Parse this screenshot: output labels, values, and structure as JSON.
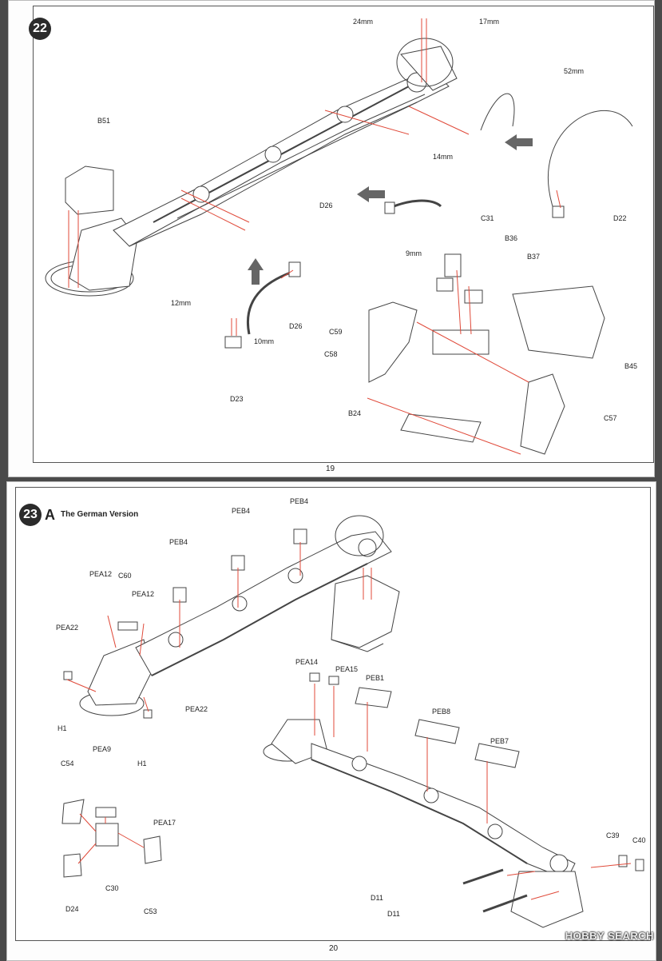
{
  "colors": {
    "accent": "#e04a3a",
    "ink": "#444444"
  },
  "step22": {
    "number": "22",
    "page": "19",
    "labels": {
      "l24mm": "24mm",
      "l17mm": "17mm",
      "l52mm": "52mm",
      "B51": "B51",
      "l14mm": "14mm",
      "D26a": "D26",
      "D22": "D22",
      "C31": "C31",
      "B36": "B36",
      "B37": "B37",
      "l9mm": "9mm",
      "l12mm": "12mm",
      "D26b": "D26",
      "l10mm": "10mm",
      "C59": "C59",
      "C58": "C58",
      "B45": "B45",
      "D23": "D23",
      "B24": "B24",
      "C57": "C57"
    }
  },
  "step23": {
    "number": "23",
    "section_letter": "A",
    "title": "The German Version",
    "page": "20",
    "labels": {
      "PEB4a": "PEB4",
      "PEB4b": "PEB4",
      "PEB4c": "PEB4",
      "PEA12a": "PEA12",
      "C60": "C60",
      "PEA12b": "PEA12",
      "PEA22a": "PEA22",
      "H1a": "H1",
      "PEA22b": "PEA22",
      "H1b": "H1",
      "PEA14": "PEA14",
      "PEA15": "PEA15",
      "PEB1": "PEB1",
      "PEB8": "PEB8",
      "PEB7": "PEB7",
      "C54": "C54",
      "PEA9": "PEA9",
      "PEA17": "PEA17",
      "C30": "C30",
      "D24": "D24",
      "C53": "C53",
      "C39": "C39",
      "C40": "C40",
      "D11a": "D11",
      "D11b": "D11"
    }
  },
  "watermark": "HOBBY SEARCH"
}
